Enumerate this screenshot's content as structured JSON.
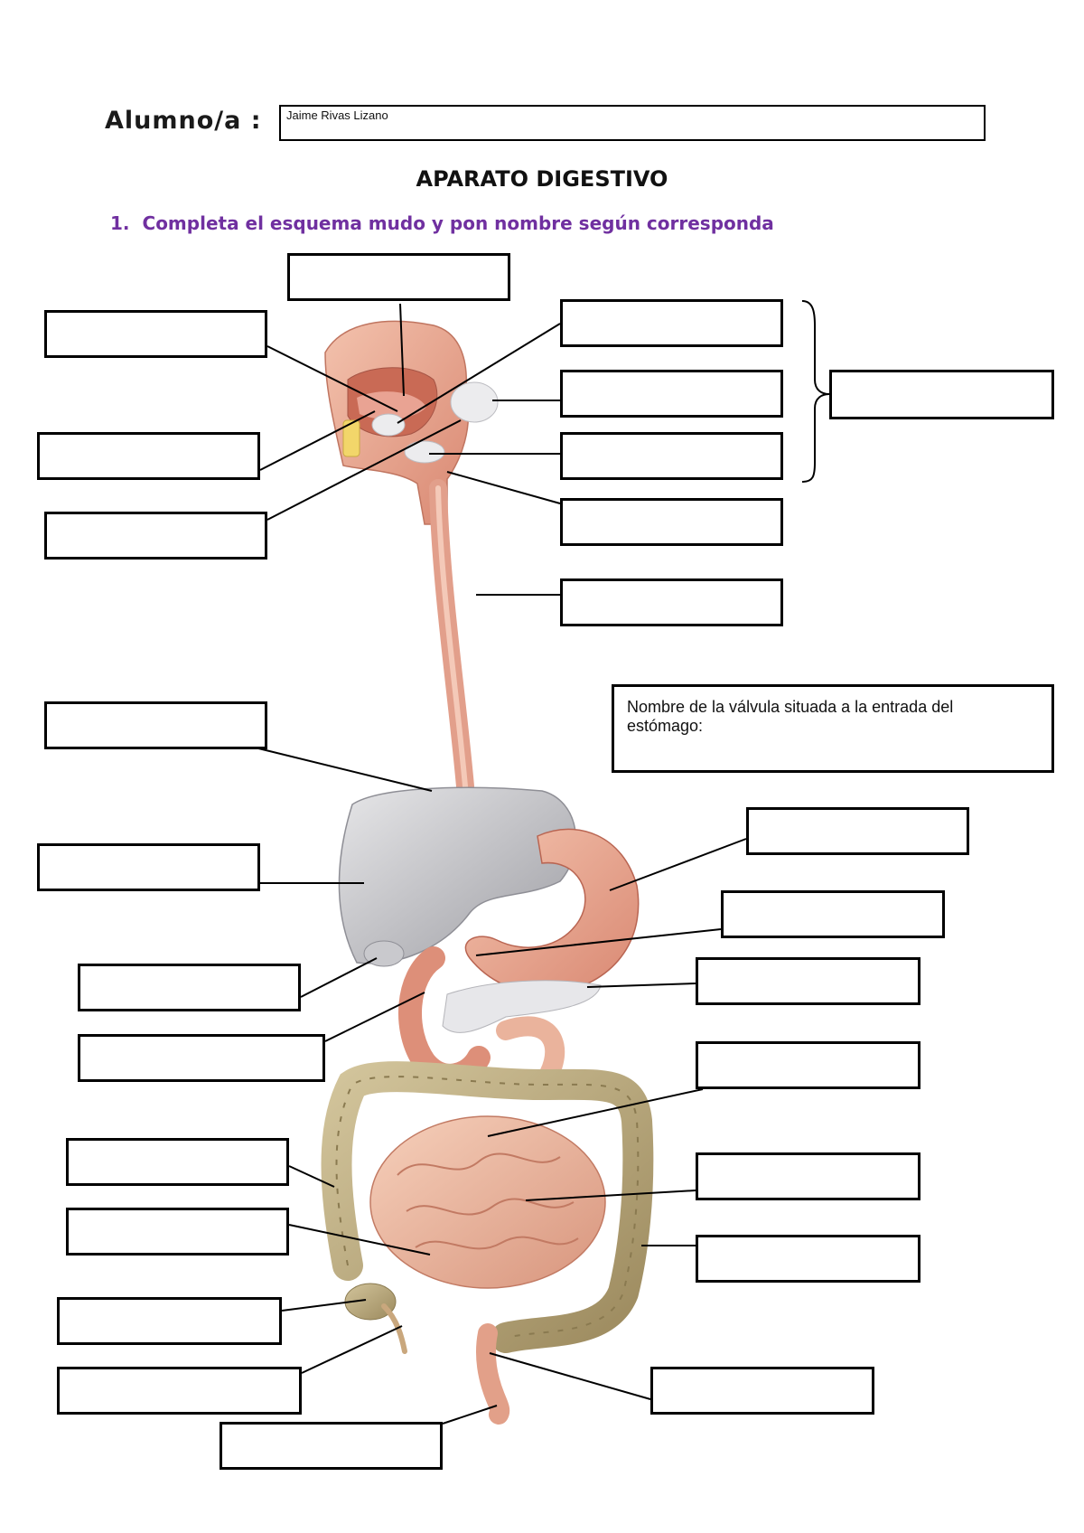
{
  "header": {
    "student_label": "Alumno/a :",
    "student_name": "Jaime Rivas Lizano"
  },
  "title": "APARATO DIGESTIVO",
  "instruction": {
    "number": "1.",
    "text": "Completa el esquema mudo y pon nombre según corresponda"
  },
  "note_box": {
    "text": "Nombre de la válvula situada a la entrada del estómago:"
  },
  "answer_boxes": [
    {
      "name": "label-box-top",
      "value": ""
    },
    {
      "name": "label-box-lips-tongue",
      "value": ""
    },
    {
      "name": "label-box-teeth",
      "value": ""
    },
    {
      "name": "label-box-mouth-lower",
      "value": ""
    },
    {
      "name": "label-box-palate",
      "value": ""
    },
    {
      "name": "label-box-parotid",
      "value": ""
    },
    {
      "name": "label-box-sublingual",
      "value": ""
    },
    {
      "name": "label-box-glands-group",
      "value": ""
    },
    {
      "name": "label-box-pharynx",
      "value": ""
    },
    {
      "name": "label-box-esophagus",
      "value": ""
    },
    {
      "name": "label-box-diaphragm",
      "value": ""
    },
    {
      "name": "label-box-liver",
      "value": ""
    },
    {
      "name": "label-box-gallbladder",
      "value": ""
    },
    {
      "name": "label-box-duodenum",
      "value": ""
    },
    {
      "name": "label-box-stomach",
      "value": ""
    },
    {
      "name": "label-box-pylorus",
      "value": ""
    },
    {
      "name": "label-box-pancreas",
      "value": ""
    },
    {
      "name": "label-box-transverse-colon",
      "value": ""
    },
    {
      "name": "label-box-small-intestine",
      "value": ""
    },
    {
      "name": "label-box-descending-colon",
      "value": ""
    },
    {
      "name": "label-box-ascending-colon",
      "value": ""
    },
    {
      "name": "label-box-ileum",
      "value": ""
    },
    {
      "name": "label-box-cecum",
      "value": ""
    },
    {
      "name": "label-box-appendix",
      "value": ""
    },
    {
      "name": "label-box-rectum",
      "value": ""
    },
    {
      "name": "label-box-anus",
      "value": ""
    }
  ],
  "colors": {
    "instruction": "#7030a0",
    "organ_pink": "#e8a58c",
    "liver_gray": "#b9b9bd",
    "colon_olive": "#b4a274"
  }
}
